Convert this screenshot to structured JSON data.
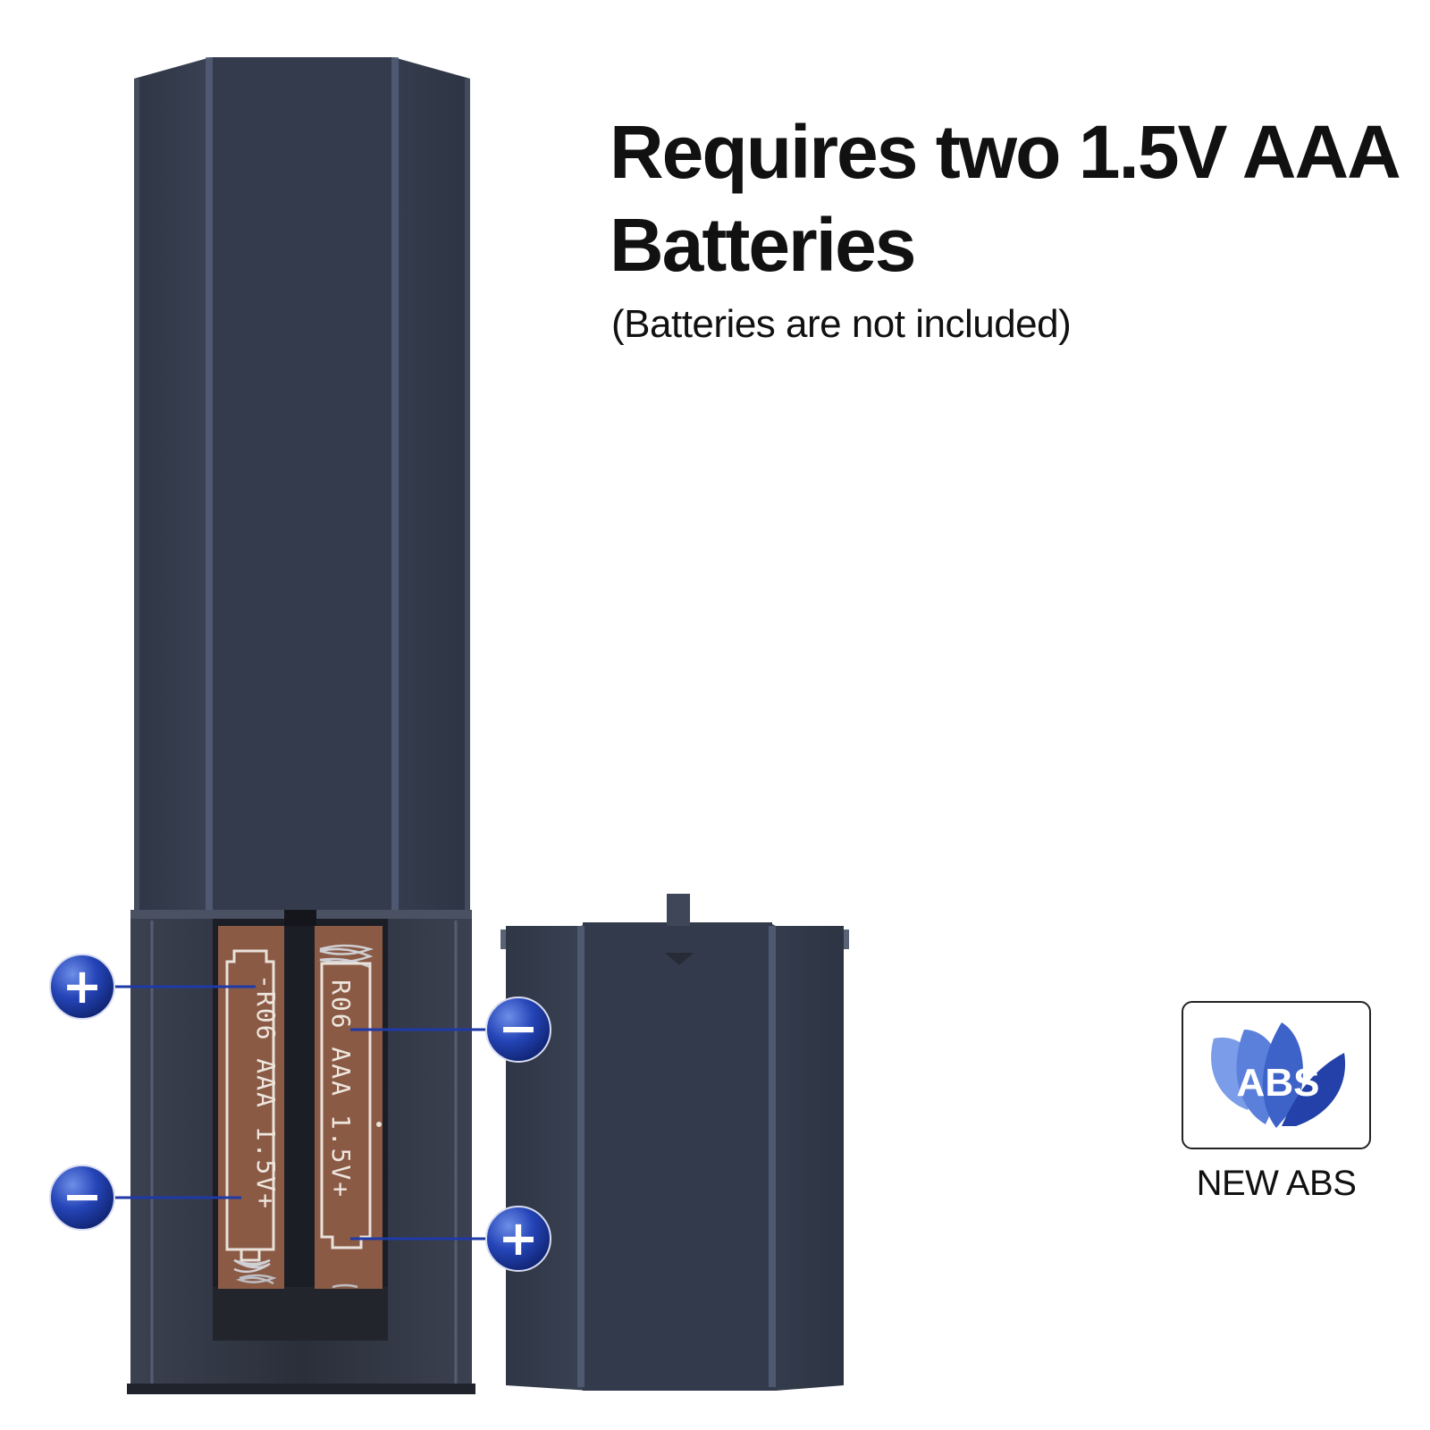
{
  "headline": {
    "line1": "Requires two 1.5V AAA",
    "line2": "Batteries"
  },
  "subline": "(Batteries are not included)",
  "compartment": {
    "left_cell_label": "-R06 AAA 1.5V+",
    "right_cell_label": "R06 AAA 1.5V+"
  },
  "polarity": {
    "plus_symbol": "+",
    "minus_symbol": "−"
  },
  "badge": {
    "logo_text": "ABS",
    "caption": "NEW ABS"
  },
  "colors": {
    "remote_body": "#363e4f",
    "remote_edge": "#4d5669",
    "battery_board": "#8a5a44",
    "marker_blue": "#1f3aa8",
    "badge_blue_dark": "#2341a8",
    "badge_blue_light": "#5f87e0"
  }
}
